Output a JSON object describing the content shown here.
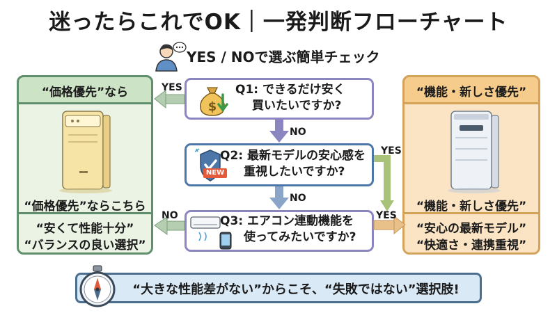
{
  "title": "迷ったらこれでOK｜一発判断フローチャート",
  "subtitle": "YES / NOで選ぶ簡単チェック",
  "left_panel": {
    "header": "“価格優先”なら",
    "caption": "“価格優先”ならこちら",
    "line1": "“安くて性能十分”",
    "line2": "“バランスの良い選択”"
  },
  "right_panel": {
    "header": "“機能・新しさ優先”",
    "caption": "“機能・新しさ優先”",
    "line1": "“安心の最新モデル”",
    "line2": "“快適さ・連携重視”"
  },
  "questions": [
    {
      "line1": "Q1: できるだけ安く",
      "line2": "買いたいですか?"
    },
    {
      "line1": "Q2: 最新モデルの安心感を",
      "line2": "重視したいですか?"
    },
    {
      "line1": "Q3: エアコン連動機能を",
      "line2": "使ってみたいですか?"
    }
  ],
  "labels": {
    "q1_yes": "YES",
    "q1_no": "NO",
    "q2_yes": "YES",
    "q2_no": "NO",
    "q3_no": "NO",
    "q3_yes": "YES"
  },
  "badge_new": "NEW",
  "banner": "“大きな性能差がない”からこそ、“失敗ではない”選択肢!",
  "colors": {
    "green": "#5f8f6c",
    "orange": "#d4a35a",
    "purple": "#8b86c0",
    "blue": "#4d77a8"
  }
}
